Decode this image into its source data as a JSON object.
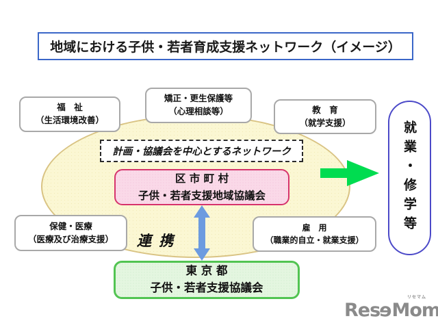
{
  "title": "地域における子供・若者育成支援ネットワーク（イメージ）",
  "network_label": "計画・協議会を中心とするネットワーク",
  "renkei_label": "連 携",
  "nodes": {
    "welfare": {
      "line1": "福　祉",
      "line2": "（生活環境改善）"
    },
    "correction": {
      "line1": "矯正・更生保護等",
      "line2": "（心理相談等）"
    },
    "education": {
      "line1": "教　育",
      "line2": "（就学支援）"
    },
    "health": {
      "line1": "保健・医療",
      "line2": "（医療及び治療支援）"
    },
    "employment": {
      "line1": "雇　用",
      "line2": "（職業的自立・就業支援）"
    },
    "municipal": {
      "line1": "区 市 町 村",
      "line2": "子供・若者支援地域協議会"
    },
    "tokyo": {
      "line1": "東 京 都",
      "line2": "子供・若者支援協議会"
    },
    "outcome": "就業・修学等"
  },
  "colors": {
    "title_border": "#3A66C8",
    "ellipse_fill": "#FBF7D3",
    "ellipse_border": "#D9C383",
    "municipal_fill": "#FAD9E8",
    "municipal_border": "#D6336C",
    "tokyo_fill": "#E4F6E0",
    "tokyo_border": "#52C452",
    "outcome_border": "#4B49C8",
    "connector_blue": "#6C9BE0",
    "arrow_green": "#00DC50",
    "box_border_gray": "#A8A8A8",
    "logo_gray": "#8A8A8A"
  },
  "logo": {
    "part1": "Res",
    "part2": "e",
    "part3": "Mom",
    "part4": ".",
    "ruby": "リセマム"
  }
}
